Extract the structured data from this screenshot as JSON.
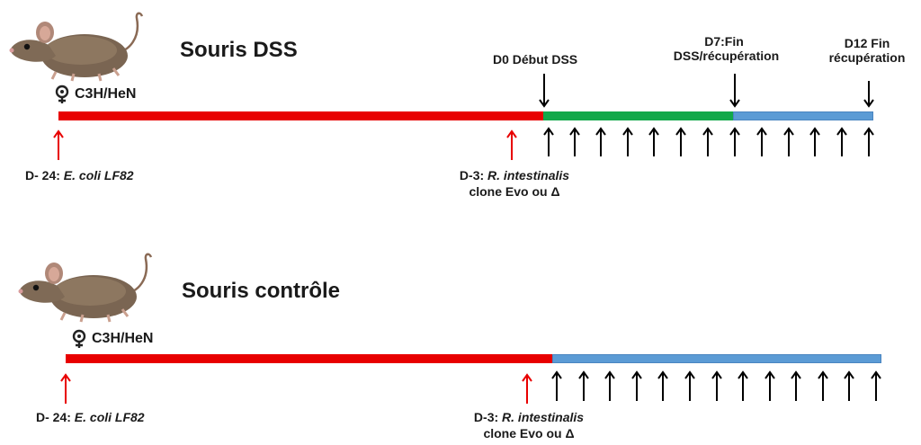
{
  "colors": {
    "inoculation": "#e80000",
    "dss": "#12a84a",
    "recovery": "#5b9bd5",
    "arrow": "#000000",
    "inoc_arrow": "#e80000"
  },
  "panels": [
    {
      "title": "Souris DSS",
      "strain": "C3H/HeN",
      "strain_icon": "female-symbol-icon",
      "animal_icon": "mouse-icon",
      "label_d24": {
        "prefix": "D- 24: ",
        "italic": "E. coli LF82"
      },
      "label_d3": {
        "prefix": "D-3: ",
        "italic": "R. intestinalis",
        "line2": "clone Evo ou Δ"
      },
      "label_d0": "D0 Début DSS",
      "label_d7": [
        "D7:Fin",
        "DSS/récupération"
      ],
      "label_d12": [
        "D12 Fin",
        "récupération"
      ]
    },
    {
      "title": "Souris contrôle",
      "strain": "C3H/HeN",
      "strain_icon": "female-symbol-icon",
      "animal_icon": "mouse-icon",
      "label_d24": {
        "prefix": "D- 24: ",
        "italic": "E. coli LF82"
      },
      "label_d3": {
        "prefix": "D-3: ",
        "italic": "R. intestinalis",
        "line2": "clone Evo ou Δ"
      }
    }
  ]
}
